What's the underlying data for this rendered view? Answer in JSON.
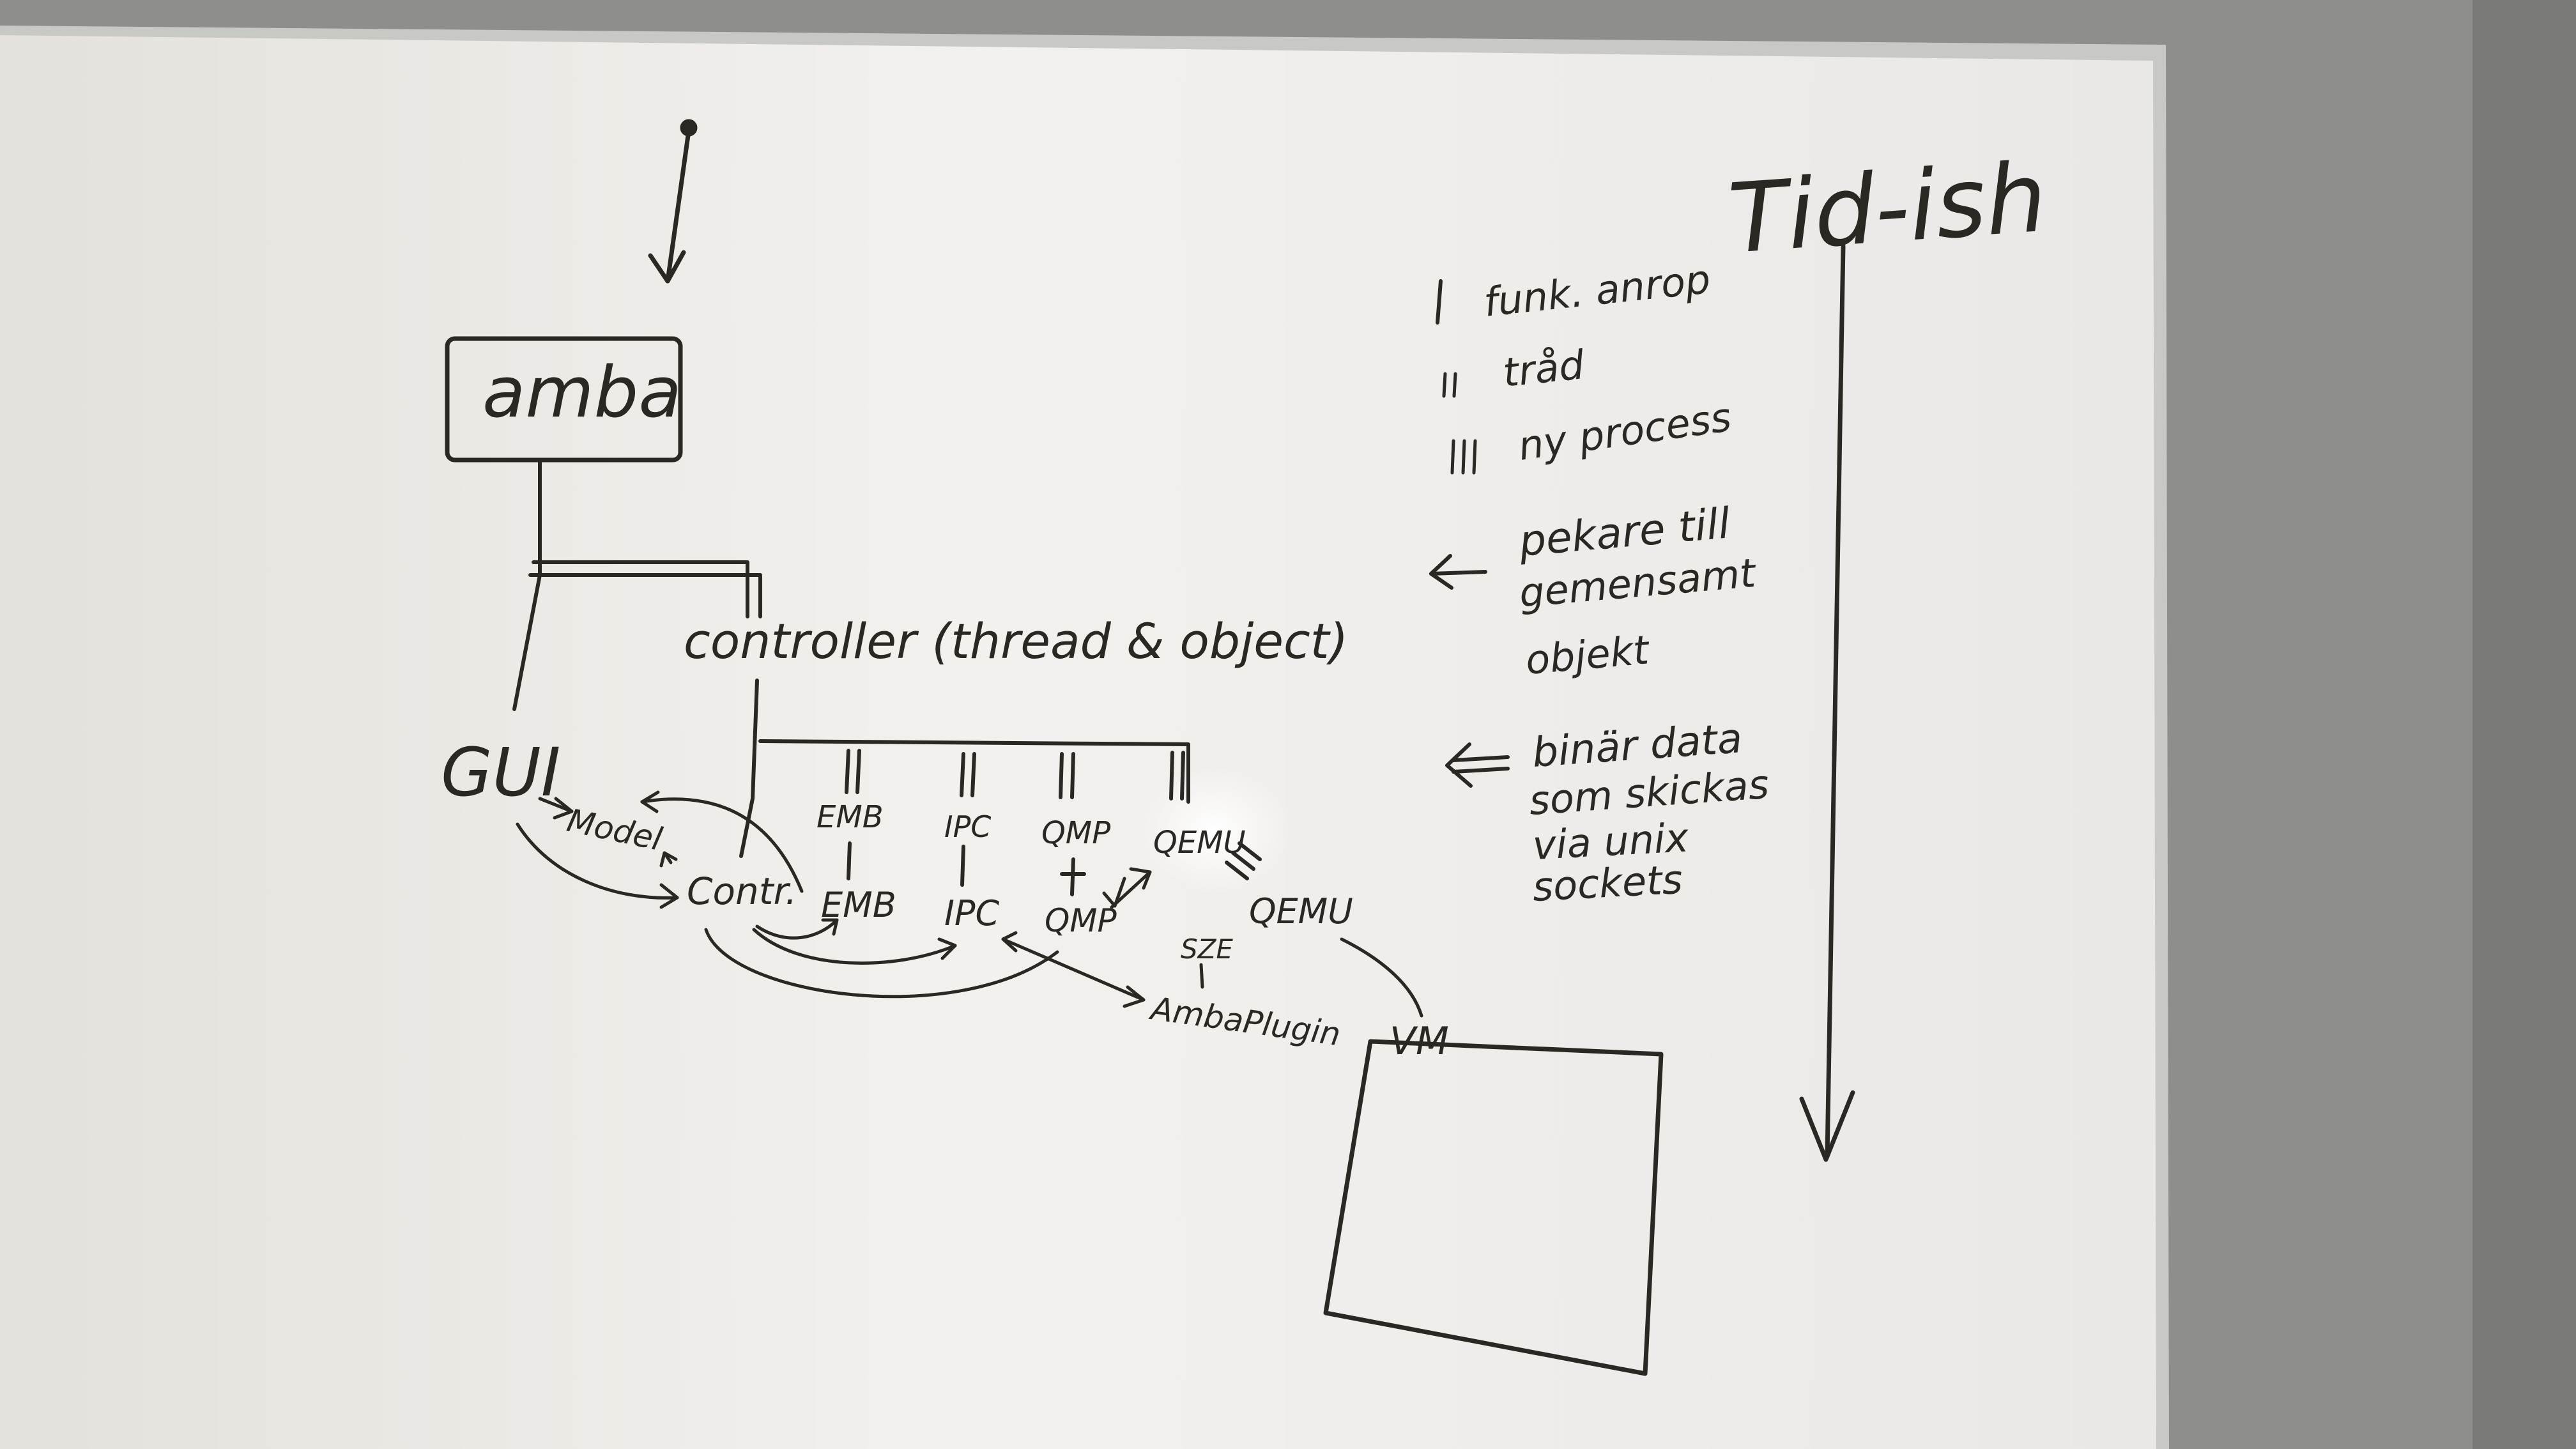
{
  "diagram": {
    "box_amba": "amba",
    "controller": "controller (thread & object)",
    "gui": "GUI",
    "model": "Model",
    "contr": "Contr.",
    "threads": [
      "EMB",
      "IPC",
      "QMP",
      "QEMU"
    ],
    "lower": [
      "EMB",
      "IPC",
      "QMP"
    ],
    "qemu_process": "QEMU",
    "sze": "SZE",
    "amba_plugin": "AmbaPlugin",
    "vm": "VM"
  },
  "legend": {
    "single": "funk. anrop",
    "double": "tråd",
    "triple": "ny process",
    "arrow_pointer": [
      "pekare till",
      "gemensamt",
      "objekt"
    ],
    "arrow_binary": [
      "binär data",
      "som skickas",
      "via unix",
      "sockets"
    ]
  },
  "time": {
    "label": "Tid-ish"
  },
  "colors": {
    "ink": "#2b2824",
    "board": "#f1efec",
    "frame": "#c9c9c6",
    "wall": "#8f8f8c"
  }
}
